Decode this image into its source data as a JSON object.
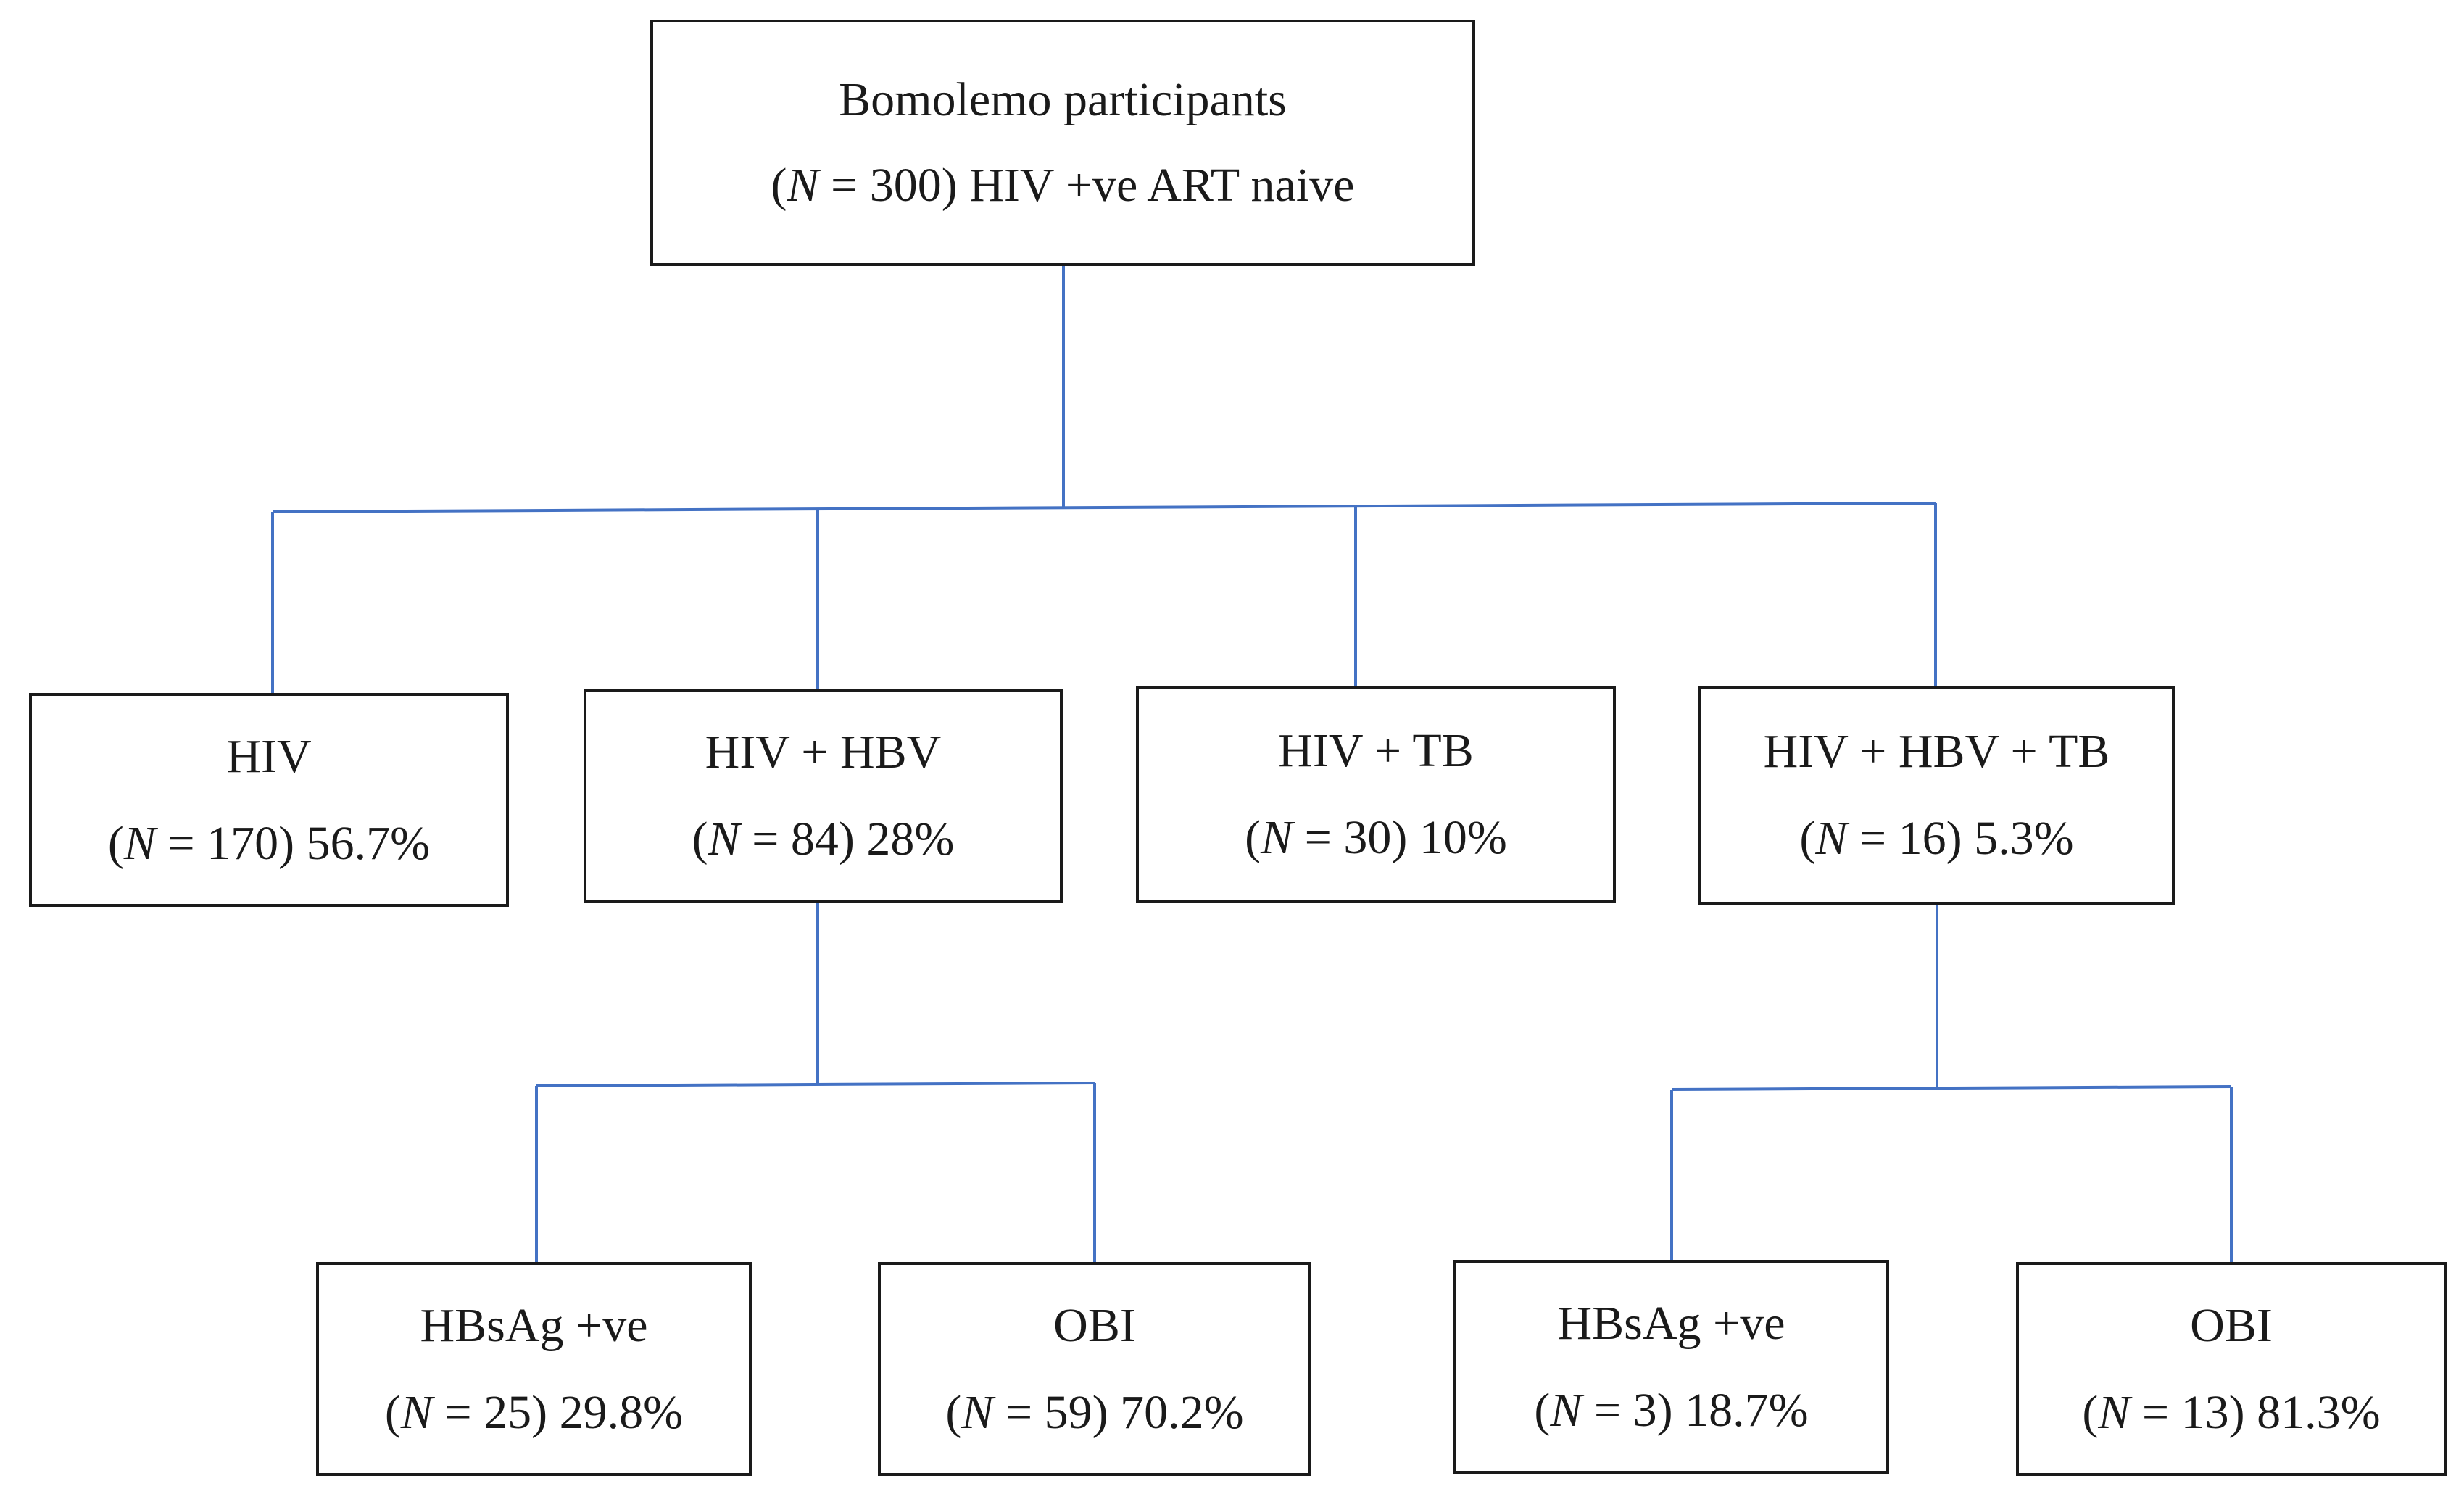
{
  "colors": {
    "connector": "#4472C4",
    "box_border": "#1a1a1a",
    "text": "#1a1a1a"
  },
  "nodes": {
    "root": {
      "label": "Bomolemo participants",
      "n_prefix": "(",
      "n_var": "N",
      "n_value": " = 300) HIV +ve ART naive"
    },
    "hiv": {
      "label": "HIV",
      "n_prefix": "(",
      "n_var": "N",
      "n_value": " = 170) 56.7%"
    },
    "hiv_hbv": {
      "label": "HIV + HBV",
      "n_prefix": "(",
      "n_var": "N",
      "n_value": " = 84) 28%"
    },
    "hiv_tb": {
      "label": "HIV + TB",
      "n_prefix": "(",
      "n_var": "N",
      "n_value": " = 30) 10%"
    },
    "hiv_hbv_tb": {
      "label": "HIV + HBV + TB",
      "n_prefix": "(",
      "n_var": "N",
      "n_value": " = 16) 5.3%"
    },
    "hbsag_1": {
      "label": "HBsAg +ve",
      "n_prefix": "(",
      "n_var": "N",
      "n_value": " = 25) 29.8%"
    },
    "obi_1": {
      "label": "OBI",
      "n_prefix": "(",
      "n_var": "N",
      "n_value": " = 59) 70.2%"
    },
    "hbsag_2": {
      "label": "HBsAg +ve",
      "n_prefix": "(",
      "n_var": "N",
      "n_value": " = 3) 18.7%"
    },
    "obi_2": {
      "label": "OBI",
      "n_prefix": "(",
      "n_var": "N",
      "n_value": " = 13) 81.3%"
    }
  }
}
